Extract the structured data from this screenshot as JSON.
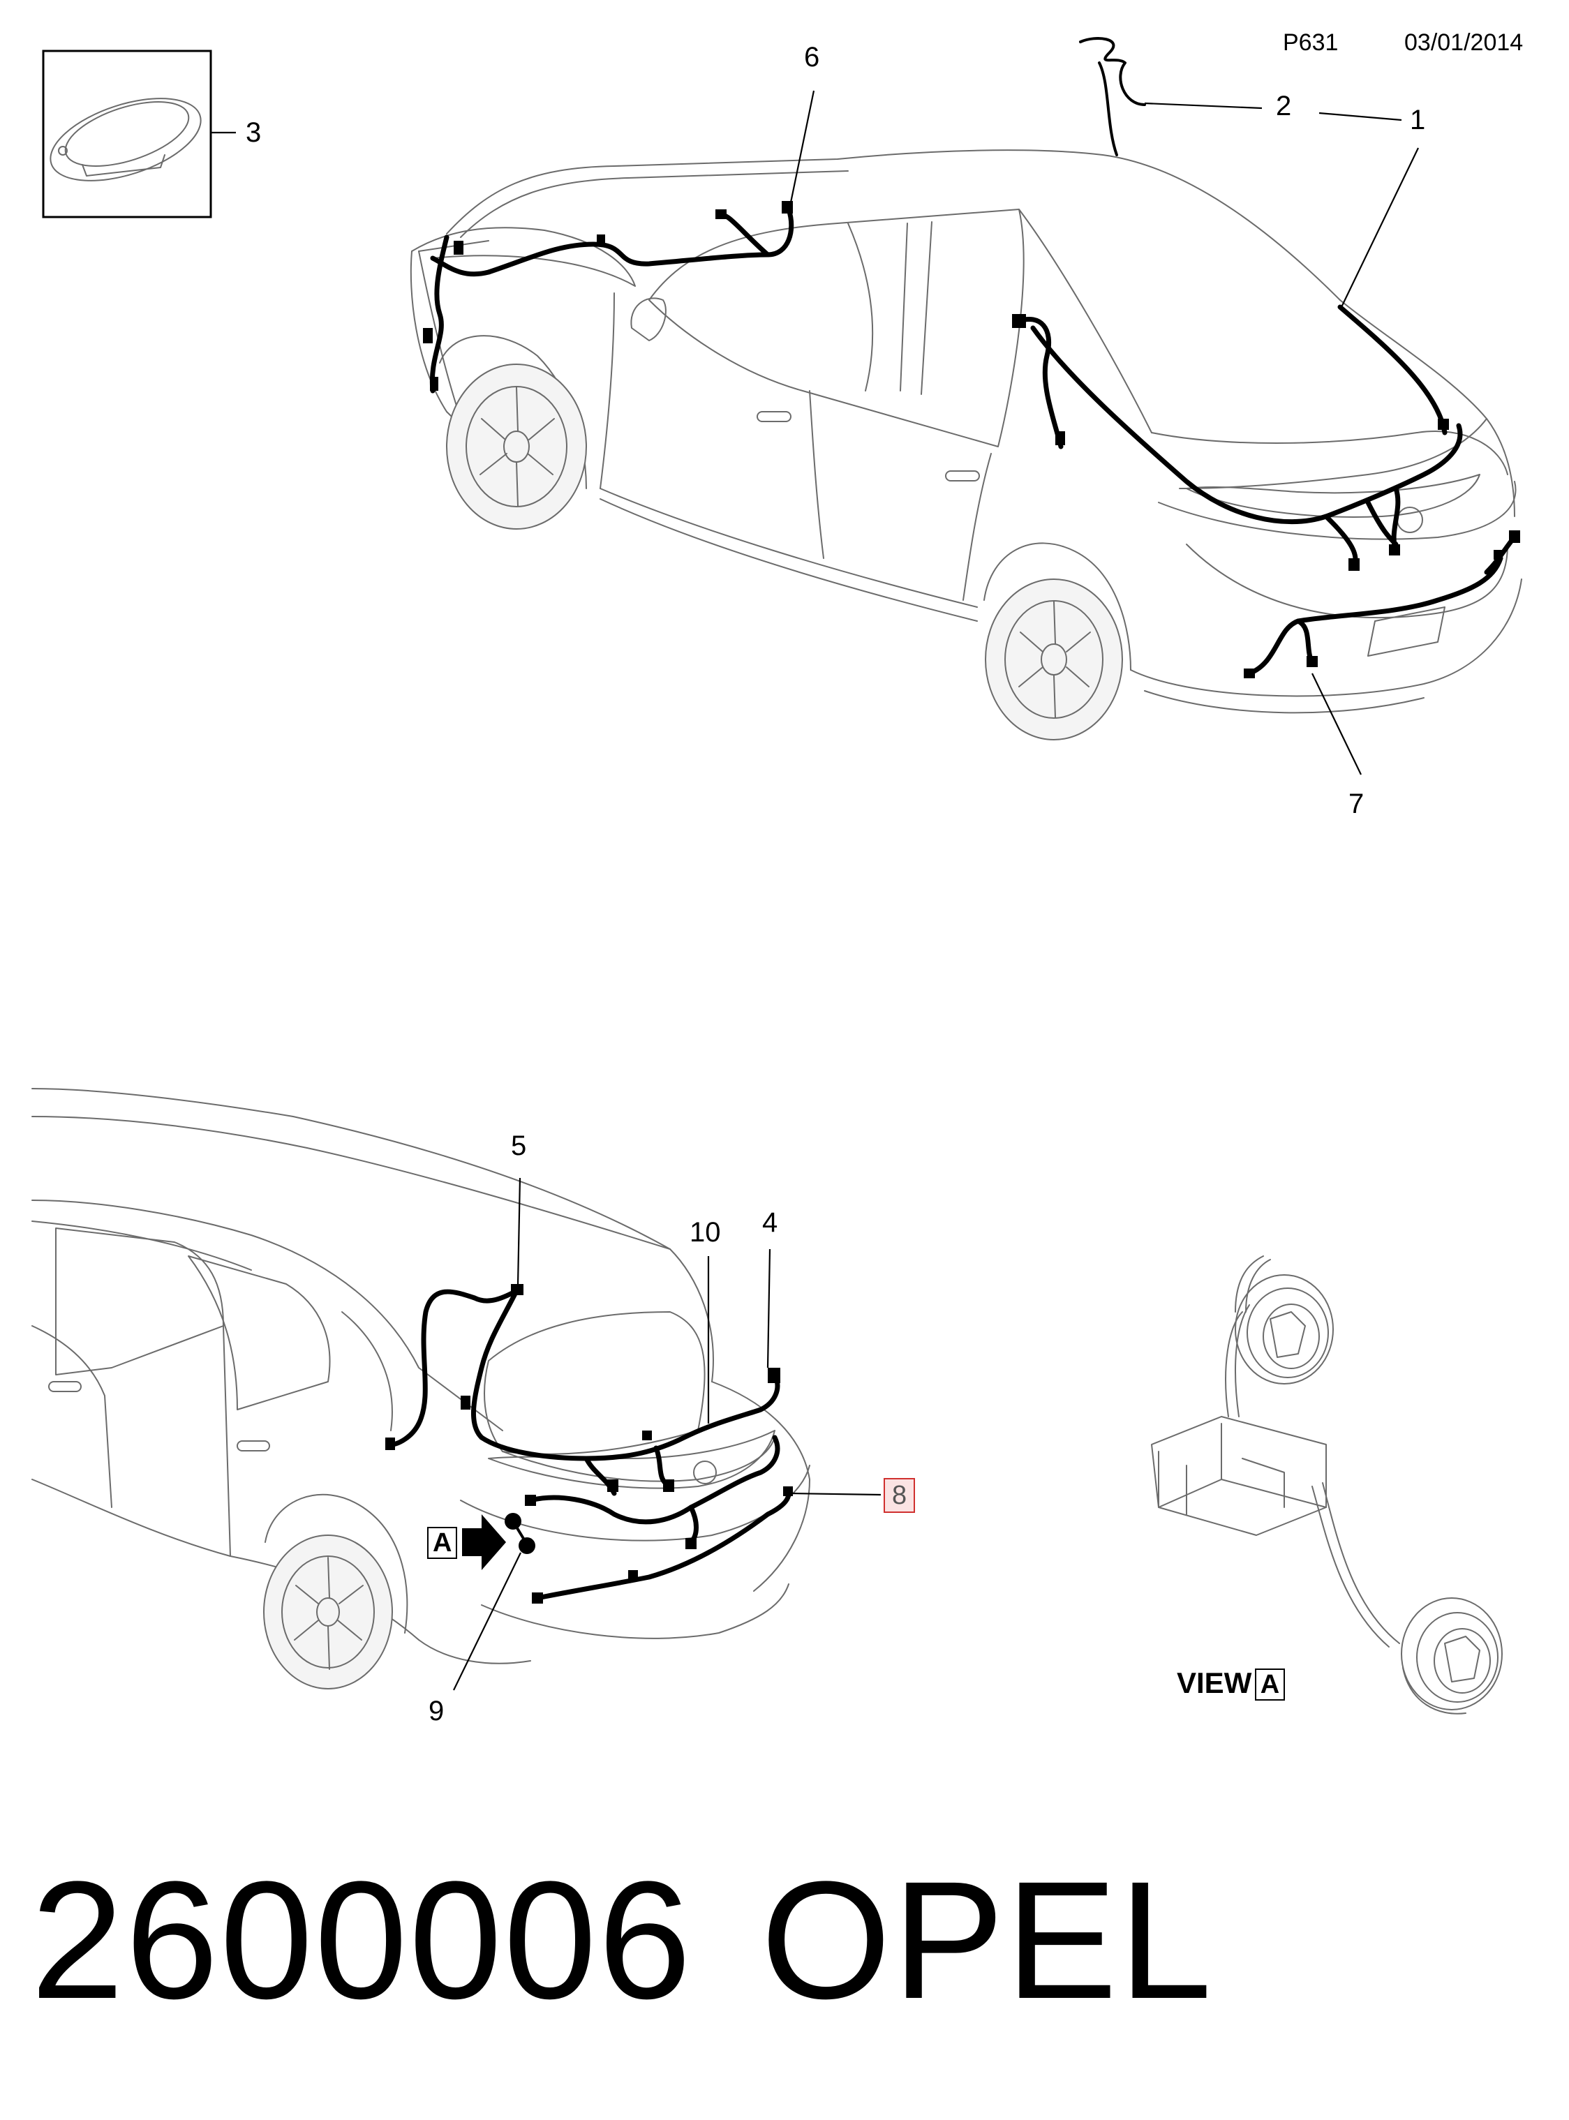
{
  "header": {
    "page_code": "P631",
    "date": "03/01/2014"
  },
  "callouts": {
    "c1": "1",
    "c2": "2",
    "c3": "3",
    "c4": "4",
    "c5": "5",
    "c6": "6",
    "c7": "7",
    "c8": "8",
    "c9": "9",
    "c10": "10"
  },
  "view_marker": "A",
  "view_label": {
    "text": "VIEW",
    "letter": "A"
  },
  "footer": {
    "part_number": "2600006",
    "brand": "OPEL"
  }
}
